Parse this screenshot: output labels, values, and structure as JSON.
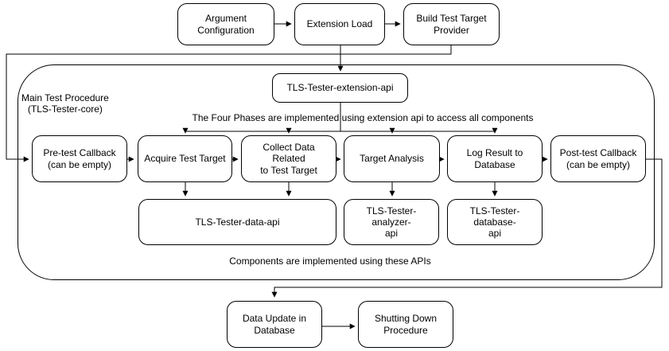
{
  "colors": {
    "stroke": "#000000",
    "node_fill": "#ffffff",
    "text": "#000000",
    "background": "#ffffff"
  },
  "top_row": {
    "argument_configuration": "Argument\nConfiguration",
    "extension_load": "Extension Load",
    "build_test_target_provider": "Build Test Target\nProvider"
  },
  "container": {
    "label": "Main Test Procedure\n(TLS-Tester-core)",
    "extension_api": "TLS-Tester-extension-api",
    "phases_note": "The Four Phases are implemented using extension api to access all components",
    "phases": {
      "pre_test": "Pre-test Callback\n(can be empty)",
      "acquire": "Acquire Test Target",
      "collect": "Collect Data Related\nto Test Target",
      "analysis": "Target Analysis",
      "log_result": "Log Result to\nDatabase",
      "post_test": "Post-test Callback\n(can be empty)"
    },
    "apis": {
      "data_api": "TLS-Tester-data-api",
      "analyzer_api": "TLS-Tester-analyzer-\napi",
      "database_api": "TLS-Tester-database-\napi"
    },
    "apis_note": "Components are implemented using these APIs"
  },
  "bottom_row": {
    "data_update": "Data Update in\nDatabase",
    "shutting_down": "Shutting Down\nProcedure"
  }
}
